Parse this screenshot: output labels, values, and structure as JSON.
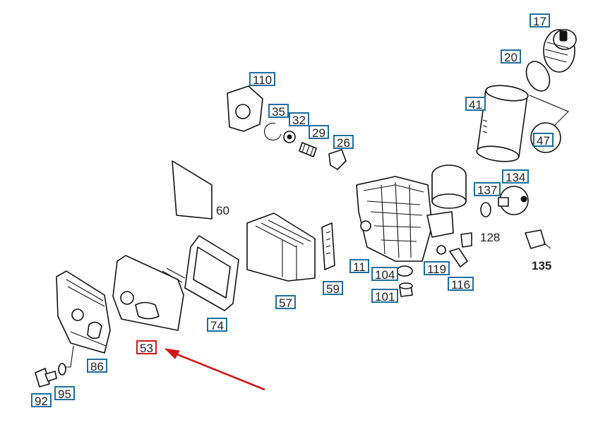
{
  "diagram": {
    "callouts": [
      {
        "id": "c17",
        "label": "17"
      },
      {
        "id": "c20",
        "label": "20"
      },
      {
        "id": "c110",
        "label": "110"
      },
      {
        "id": "c35",
        "label": "35"
      },
      {
        "id": "c32",
        "label": "32"
      },
      {
        "id": "c29",
        "label": "29"
      },
      {
        "id": "c26",
        "label": "26"
      },
      {
        "id": "c41",
        "label": "41"
      },
      {
        "id": "c47",
        "label": "47"
      },
      {
        "id": "c134",
        "label": "134"
      },
      {
        "id": "c137",
        "label": "137"
      },
      {
        "id": "c11",
        "label": "11"
      },
      {
        "id": "c104",
        "label": "104"
      },
      {
        "id": "c119",
        "label": "119"
      },
      {
        "id": "c116",
        "label": "116"
      },
      {
        "id": "c101",
        "label": "101"
      },
      {
        "id": "c59",
        "label": "59"
      },
      {
        "id": "c57",
        "label": "57"
      },
      {
        "id": "c74",
        "label": "74"
      },
      {
        "id": "c53",
        "label": "53"
      },
      {
        "id": "c86",
        "label": "86"
      },
      {
        "id": "c92",
        "label": "92"
      },
      {
        "id": "c95",
        "label": "95"
      }
    ],
    "plain_labels": [
      {
        "id": "p60",
        "label": "60"
      },
      {
        "id": "p128",
        "label": "128"
      },
      {
        "id": "p135",
        "label": "135"
      }
    ],
    "highlight": {
      "callout": "53",
      "color": "#d01818"
    },
    "callout_border_color": "#1a6fa0"
  }
}
